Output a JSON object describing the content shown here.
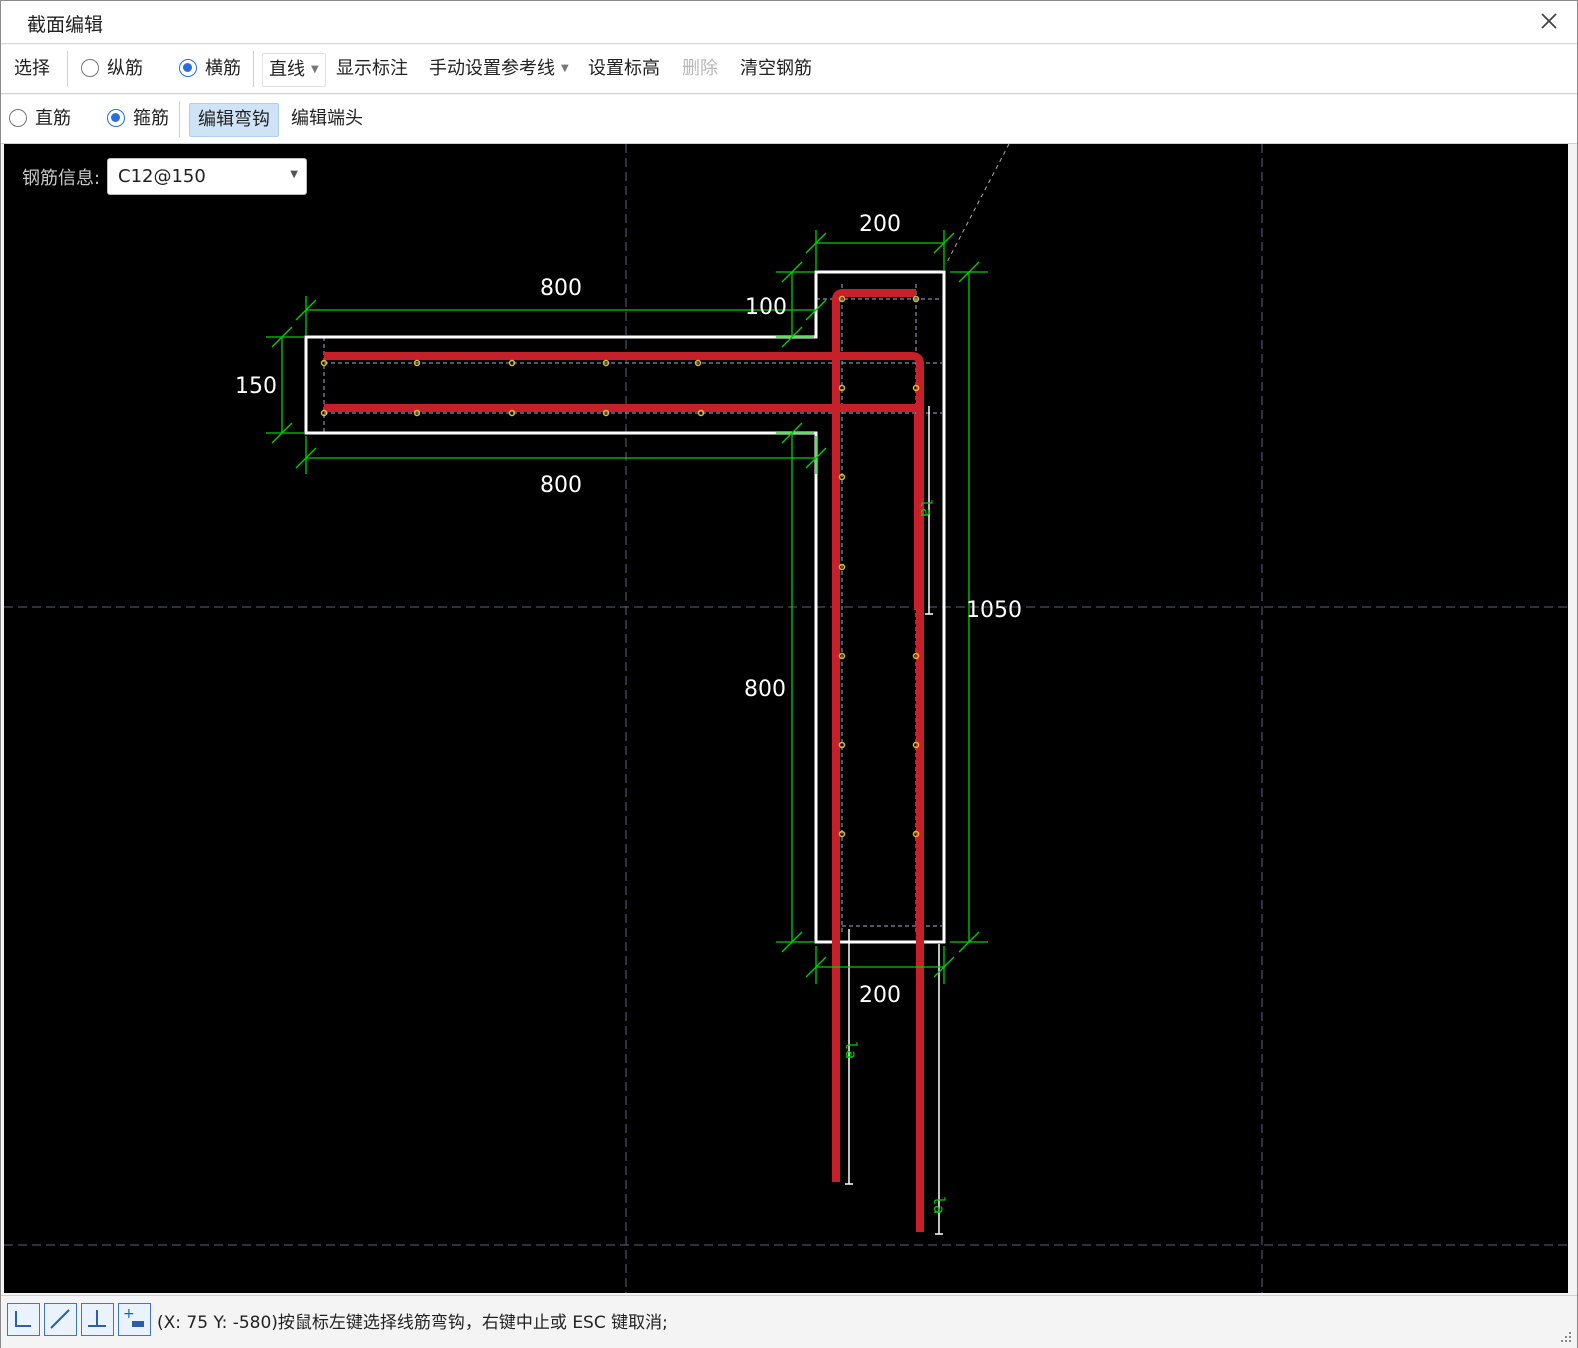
{
  "window": {
    "title": "截面编辑"
  },
  "toolbar1": {
    "select": "选择",
    "longitudinal": "纵筋",
    "transverse": "横筋",
    "line": "直线",
    "show_annotation": "显示标注",
    "manual_ref_line": "手动设置参考线",
    "set_elevation": "设置标高",
    "delete": "删除",
    "clear_rebar": "清空钢筋"
  },
  "toolbar2": {
    "straight": "直筋",
    "stirrup": "箍筋",
    "edit_hook": "编辑弯钩",
    "edit_end": "编辑端头"
  },
  "rebar_info": {
    "label": "钢筋信息:",
    "value": "C12@150"
  },
  "drawing": {
    "dims": {
      "top_width": "200",
      "flange_length_top": "800",
      "step": "100",
      "flange_thickness": "150",
      "flange_length_bottom": "800",
      "web_height": "800",
      "total_height": "1050",
      "bottom_width": "200"
    },
    "anchor_label": "la",
    "colors": {
      "rebar": "#c8202a",
      "dimension": "#00d000",
      "outline": "#ffffff",
      "background": "#000000",
      "bar_point": "#e0c030"
    }
  },
  "status": {
    "text": "(X: 75 Y: -580)按鼠标左键选择线筋弯钩，右键中止或 ESC 键取消;",
    "snap_icons": [
      "orthogonal-snap-icon",
      "diagonal-snap-icon",
      "perpendicular-snap-icon",
      "point-snap-icon"
    ]
  }
}
